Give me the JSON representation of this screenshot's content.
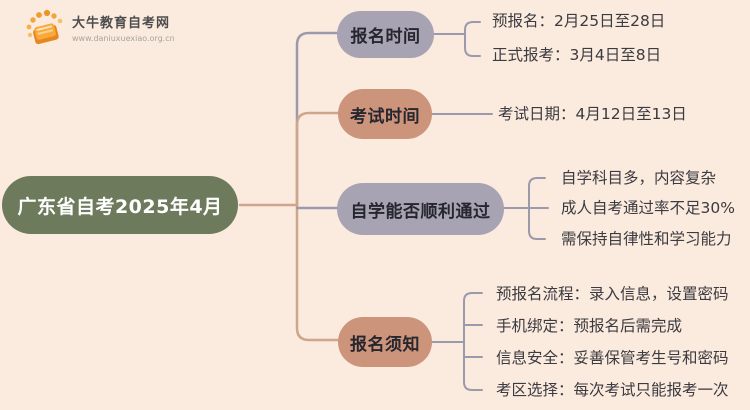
{
  "logo": {
    "icon": "book-sunburst-icon",
    "title": "大牛教育自考网",
    "url": "www.daniuxuexiao.org.cn"
  },
  "central": {
    "title": "广东省自考2025年4月"
  },
  "colors": {
    "background": "#fbeade",
    "central_node": "#6d7a5c",
    "lavender_node": "#a7a3b3",
    "salmon_node": "#cd947c",
    "salmon_line": "#cfa58b",
    "gray_line": "#9d99ac",
    "item_text": "#3b3b40",
    "central_text": "#ffffff"
  },
  "branches": [
    {
      "label": "报名时间",
      "color": "lavender",
      "items": [
        "预报名：2月25日至28日",
        "正式报考：3月4日至8日"
      ]
    },
    {
      "label": "考试时间",
      "color": "salmon",
      "items": [
        "考试日期：4月12日至13日"
      ]
    },
    {
      "label": "自学能否顺利通过",
      "color": "lavender",
      "items": [
        "自学科目多，内容复杂",
        "成人自考通过率不足30%",
        "需保持自律性和学习能力"
      ]
    },
    {
      "label": "报名须知",
      "color": "salmon",
      "items": [
        "预报名流程：录入信息，设置密码",
        "手机绑定：预报名后需完成",
        "信息安全：妥善保管考生号和密码",
        "考区选择：每次考试只能报考一次"
      ]
    }
  ]
}
